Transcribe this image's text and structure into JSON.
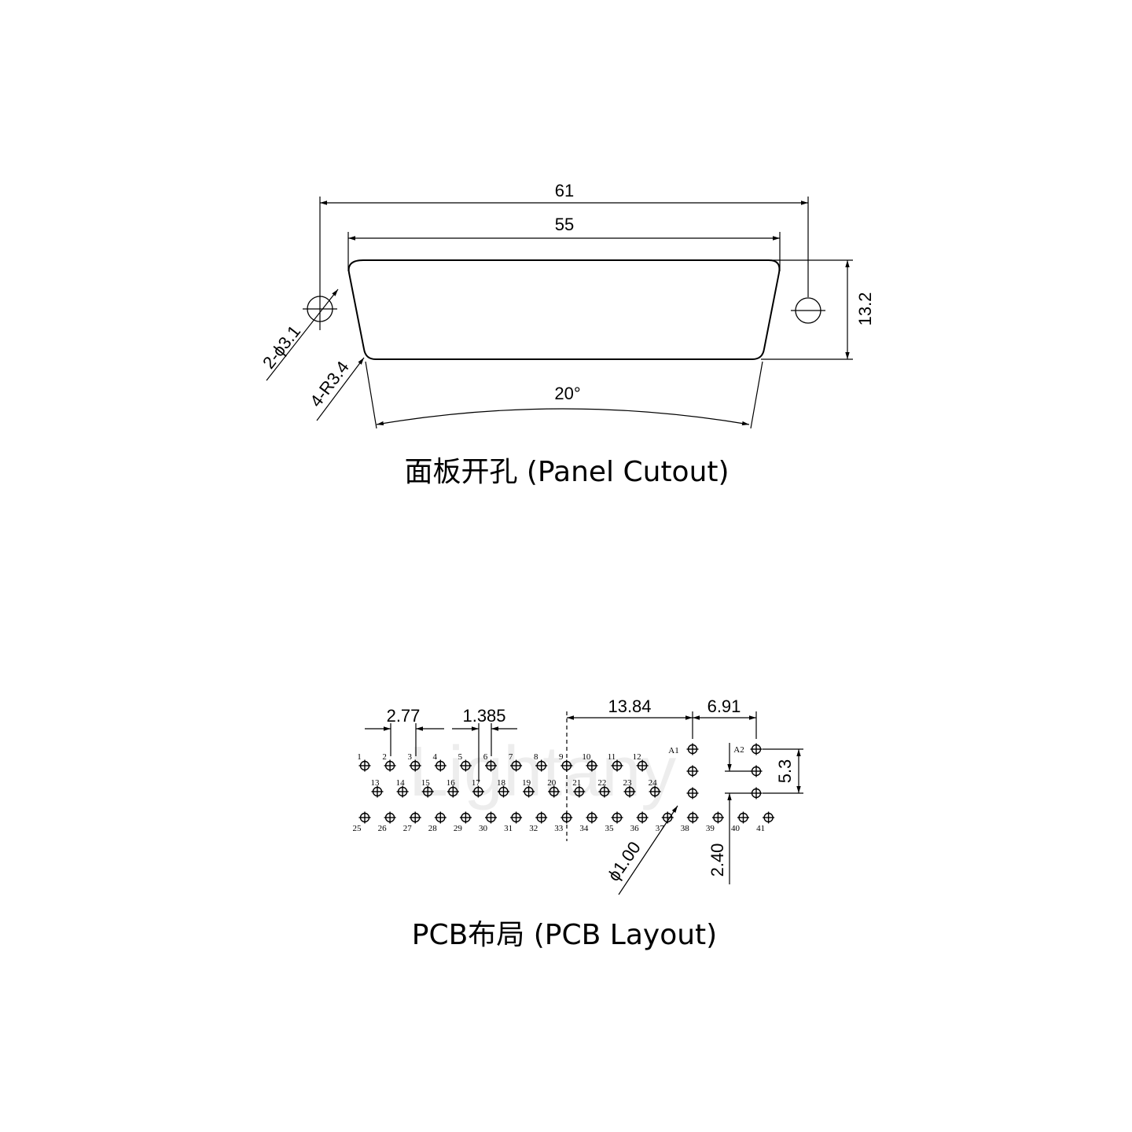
{
  "panel": {
    "dim_total_width": "61",
    "dim_opening_width": "55",
    "dim_height": "13.2",
    "dim_hole_dia": "2-ϕ3.1",
    "dim_corner_radius": "4-R3.4",
    "dim_angle": "20°",
    "caption": "面板开孔 (Panel Cutout)"
  },
  "pcb": {
    "dim_pitch": "2.77",
    "dim_half_pitch": "1.385",
    "dim_group_span": "13.84",
    "dim_power_offset": "6.91",
    "dim_power_span": "5.3",
    "dim_power_pitch": "2.40",
    "dim_hole_dia": "ϕ1.00",
    "pins_row1": [
      "1",
      "2",
      "3",
      "4",
      "5",
      "6",
      "7",
      "8",
      "9",
      "10",
      "11",
      "12"
    ],
    "pins_row2": [
      "13",
      "14",
      "15",
      "16",
      "17",
      "18",
      "19",
      "20",
      "21",
      "22",
      "23",
      "24"
    ],
    "pins_row3": [
      "25",
      "26",
      "27",
      "28",
      "29",
      "30",
      "31",
      "32",
      "33",
      "34",
      "35",
      "36",
      "37",
      "38",
      "39",
      "40",
      "41"
    ],
    "power_pins": [
      "A1",
      "A2"
    ],
    "caption": "PCB布局 (PCB Layout)"
  },
  "watermark": "Lightany"
}
